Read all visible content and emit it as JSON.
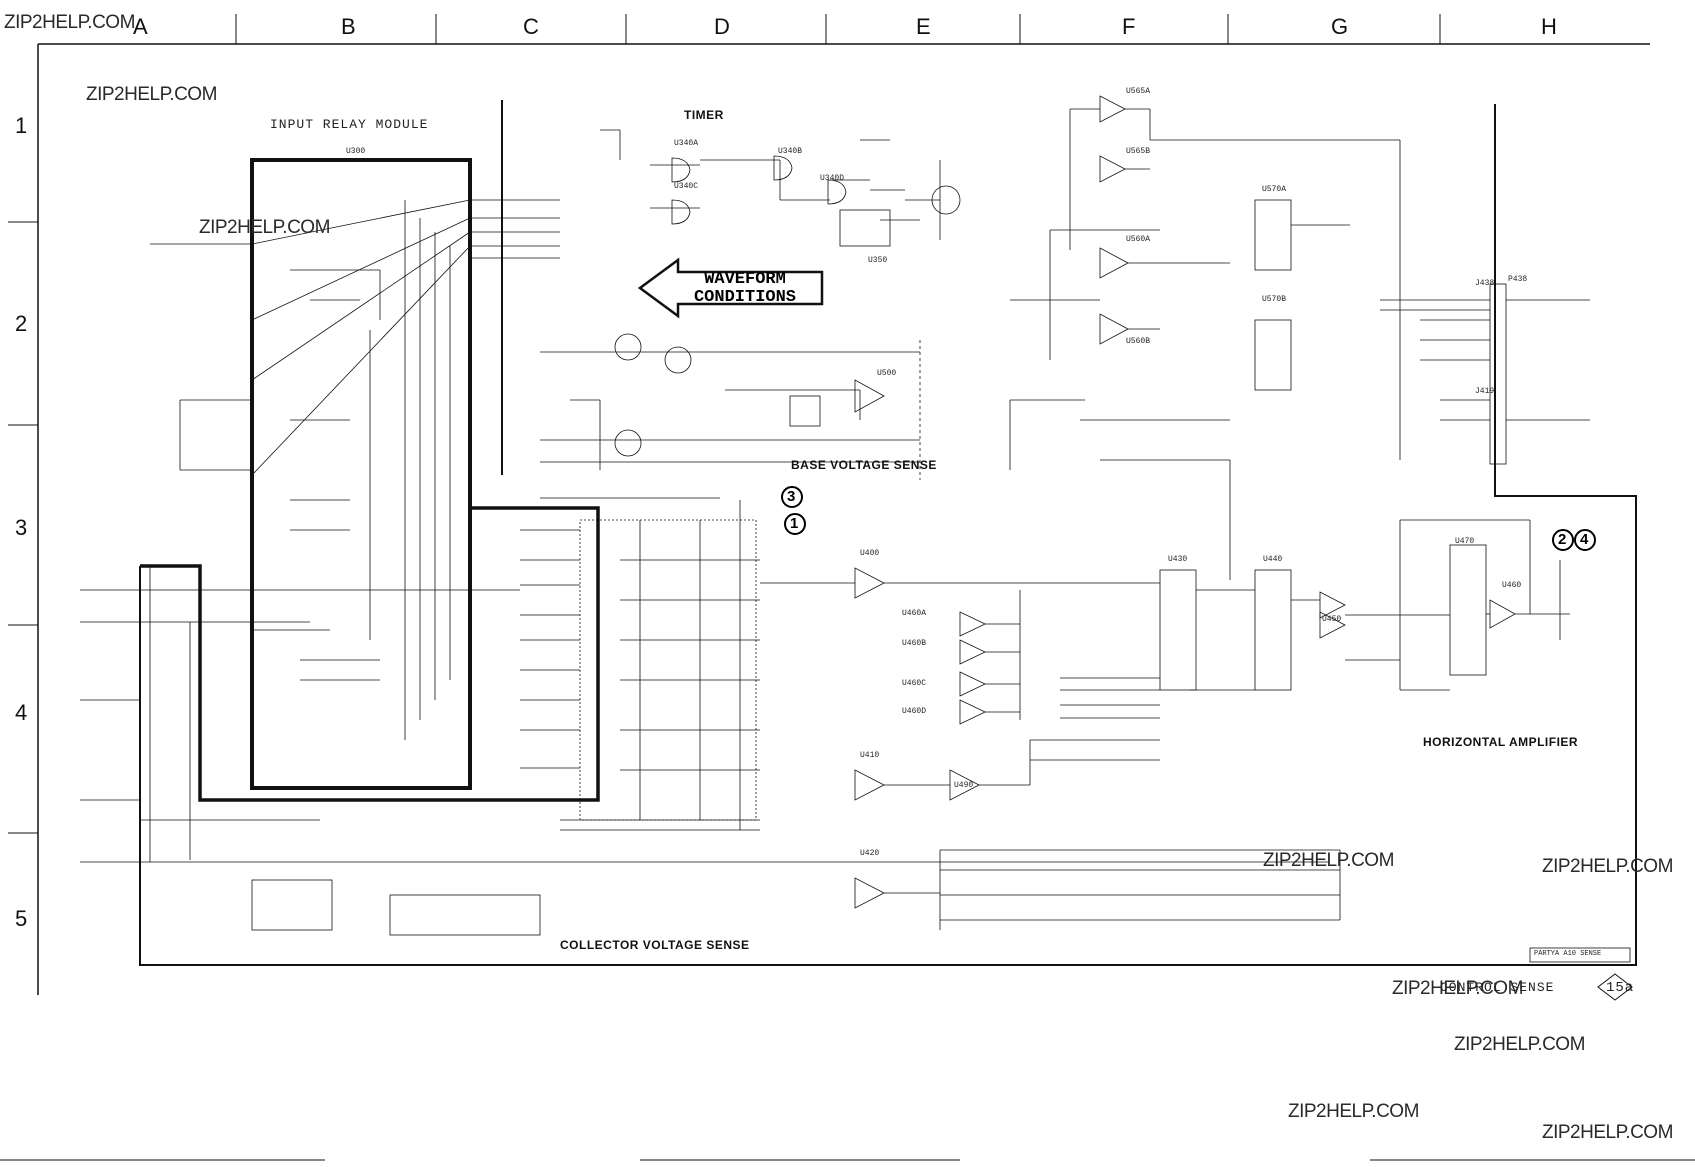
{
  "watermark": "ZIP2HELP.COM",
  "grid": {
    "columns": [
      "A",
      "B",
      "C",
      "D",
      "E",
      "F",
      "G",
      "H"
    ],
    "rows": [
      "1",
      "2",
      "3",
      "4",
      "5"
    ]
  },
  "sections": {
    "input_relay_module": "INPUT RELAY MODULE",
    "timer": "TIMER",
    "waveform_conditions_line1": "WAVEFORM",
    "waveform_conditions_line2": "CONDITIONS",
    "base_voltage_sense": "BASE VOLTAGE SENSE",
    "collector_voltage_sense": "COLLECTOR VOLTAGE SENSE",
    "horizontal_amplifier": "HORIZONTAL AMPLIFIER"
  },
  "callouts": [
    "3",
    "1",
    "2",
    "4"
  ],
  "components": {
    "U340A": "U340A",
    "U340B": "U340B",
    "U340C": "U340C",
    "U340D": "U340D",
    "U350": "U350",
    "U565A": "U565A",
    "U565B": "U565B",
    "U560A": "U560A",
    "U560B": "U560B",
    "U570A": "U570A",
    "U570B": "U570B",
    "U500": "U500",
    "U400": "U400",
    "U410": "U410",
    "U420": "U420",
    "U430": "U430",
    "U440": "U440",
    "U450": "U450",
    "U460": "U460",
    "U470": "U470",
    "U490": "U490",
    "U460A": "U460A",
    "U460B": "U460B",
    "U460C": "U460C",
    "U460D": "U460D",
    "U300": "U300",
    "J438": "J438",
    "P438": "P438",
    "J419": "J419"
  },
  "footer": {
    "sheet_ref": "PARTYA  A10  SENSE",
    "page_caption": "CONTROL  SENSE",
    "page_number": "15a"
  }
}
